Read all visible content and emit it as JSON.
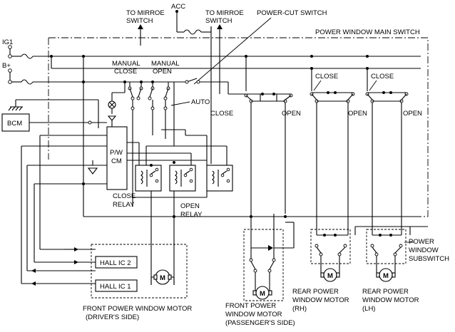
{
  "labels": {
    "acc": "ACC",
    "to_mirror_1": [
      "TO MIRROE",
      "SWITCH"
    ],
    "to_mirror_2": [
      "TO MIRROE",
      "SWITCH"
    ],
    "power_cut_switch": "POWER-CUT SWITCH",
    "main_switch": "POWER  WINDOW MAIN SWITCH",
    "ig1": "IG1",
    "bplus": "B+",
    "manual_close": [
      "MANUAL",
      "CLOSE"
    ],
    "manual_open": [
      "MANUAL",
      "OPEN"
    ],
    "auto": "AUTO",
    "close_1": "CLOSE",
    "open_1": "OPEN",
    "close_2": "CLOSE",
    "open_2": "OPEN",
    "close_3": "CLOSE",
    "open_3": "OPEN",
    "bcm": "BCM",
    "pw_cm": [
      "P/W",
      "CM"
    ],
    "close_relay": [
      "CLOSE",
      "RELAY"
    ],
    "open_relay": [
      "OPEN",
      "RELAY"
    ],
    "hall_ic_2": "HALL IC 2",
    "hall_ic_1": "HALL IC 1",
    "motor_m": "M",
    "front_driver": [
      "FRONT POWER WINDOW MOTOR",
      "(DRIVER'S SIDE)"
    ],
    "front_passenger": [
      "FRONT POWER",
      "WINDOW MOTOR",
      "(PASSENGER'S SIDE)"
    ],
    "rear_rh": [
      "REAR POWER",
      "WINDOW MOTOR",
      "(RH)"
    ],
    "rear_lh": [
      "REAR POWER",
      "WINDOW MOTOR",
      "(LH)"
    ],
    "subswitch": [
      "POWER",
      "WINDOW",
      "SUBSWITCH"
    ]
  }
}
